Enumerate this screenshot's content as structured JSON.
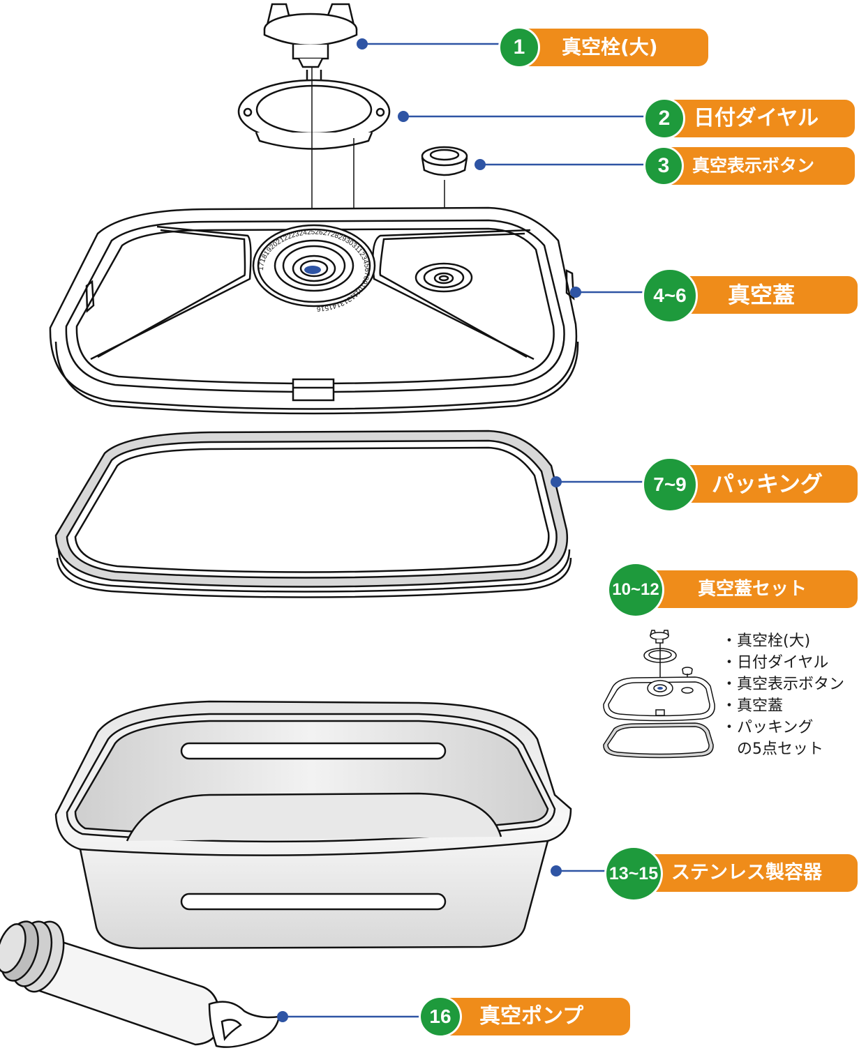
{
  "callouts": [
    {
      "id": "c1",
      "number": "1",
      "label": "真空栓(大)"
    },
    {
      "id": "c2",
      "number": "2",
      "label": "日付ダイヤル"
    },
    {
      "id": "c3",
      "number": "3",
      "label": "真空表示ボタン"
    },
    {
      "id": "c4",
      "number": "4~6",
      "label": "真空蓋"
    },
    {
      "id": "c5",
      "number": "7~9",
      "label": "パッキング"
    },
    {
      "id": "c6",
      "number": "10~12",
      "label": "真空蓋セット"
    },
    {
      "id": "c7",
      "number": "13~15",
      "label": "ステンレス製容器"
    },
    {
      "id": "c8",
      "number": "16",
      "label": "真空ポンプ"
    }
  ],
  "set_contents": [
    "・真空栓(大)",
    "・日付ダイヤル",
    "・真空表示ボタン",
    "・真空蓋",
    "・パッキング",
    "の5点セット"
  ],
  "date_dial_numbers": "17181920212223242526272829303112345678910111213141516",
  "colors": {
    "number_circle": "#1e9a3c",
    "label_bar": "#ef8c1a",
    "leader_line": "#2e54a4",
    "leader_dot": "#2e54a4",
    "outline": "#111111"
  }
}
